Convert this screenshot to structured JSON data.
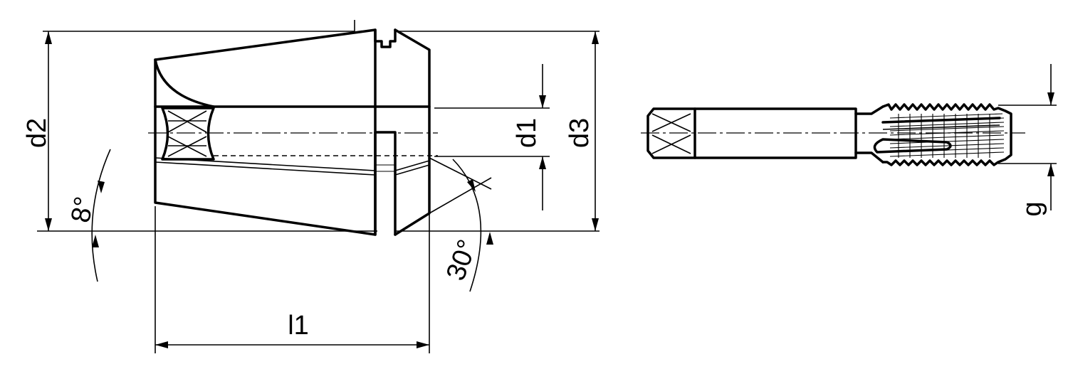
{
  "labels": {
    "d2": "d2",
    "d1": "d1",
    "d3": "d3",
    "l1": "l1",
    "angle_8": "8°",
    "angle_30": "30°",
    "g": "g"
  }
}
